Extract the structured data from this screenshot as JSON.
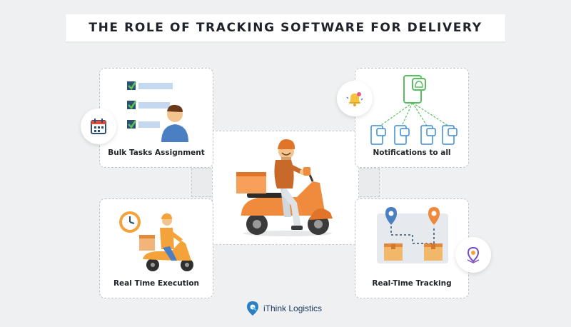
{
  "title": "THE ROLE OF TRACKING SOFTWARE FOR DELIVERY",
  "cards": {
    "bulk_tasks": "Bulk Tasks Assignment",
    "notifications": "Notifications to all",
    "real_time_execution": "Real Time Execution",
    "real_time_tracking": "Real-Time Tracking"
  },
  "brand": {
    "name": "iThink Logistics"
  },
  "colors": {
    "background": "#eef0f1",
    "title_text": "#1f2329",
    "accent_blue": "#3d8ad6",
    "accent_green": "#56c15c",
    "accent_orange": "#ef8a3c",
    "brand_navy": "#1c3a64"
  },
  "icons": [
    "checklist-icon",
    "person-icon",
    "calendar-icon",
    "bell-icon",
    "smartphone-icon",
    "delivery-scooter-icon",
    "clock-icon",
    "map-pin-icon",
    "package-icon",
    "location-badge-icon",
    "brand-logo-icon"
  ]
}
